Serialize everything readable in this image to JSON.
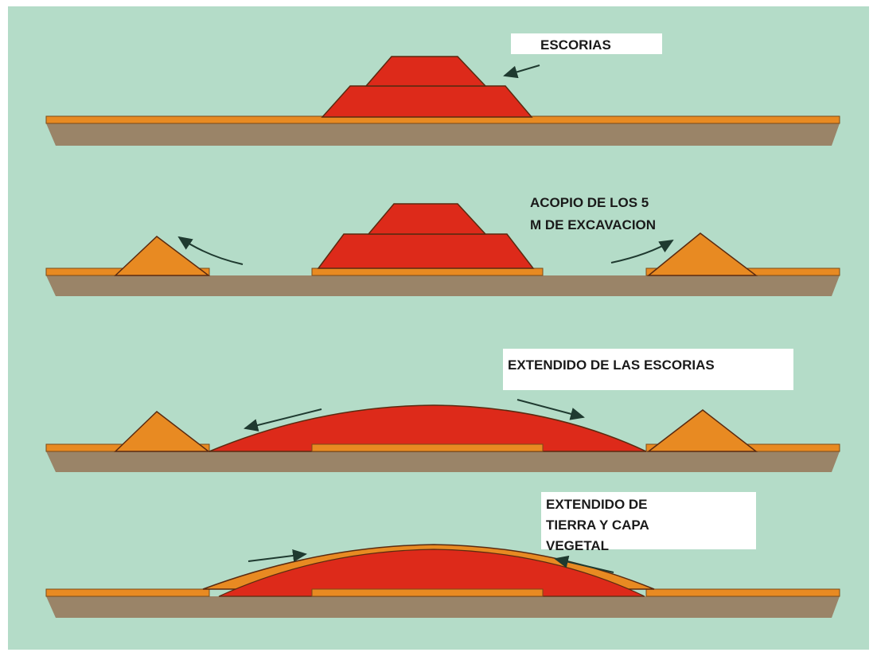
{
  "panels": [
    {
      "id": "panel-1",
      "label_lines": [
        "ESCORIAS"
      ]
    },
    {
      "id": "panel-2",
      "label_lines": [
        "ACOPIO DE LOS 5",
        "M DE EXCAVACION"
      ]
    },
    {
      "id": "panel-3",
      "label_lines": [
        "EXTENDIDO DE LAS ESCORIAS"
      ]
    },
    {
      "id": "panel-4",
      "label_lines": [
        "EXTENDIDO DE",
        "TIERRA Y CAPA",
        "VEGETAL"
      ]
    }
  ],
  "colors": {
    "background": "#b4dcc8",
    "ground": "#9a8468",
    "topsoil": "#e88a22",
    "slag": "#dd2a1a",
    "outline": "#5a2a10",
    "arrow": "#1f3a30"
  }
}
